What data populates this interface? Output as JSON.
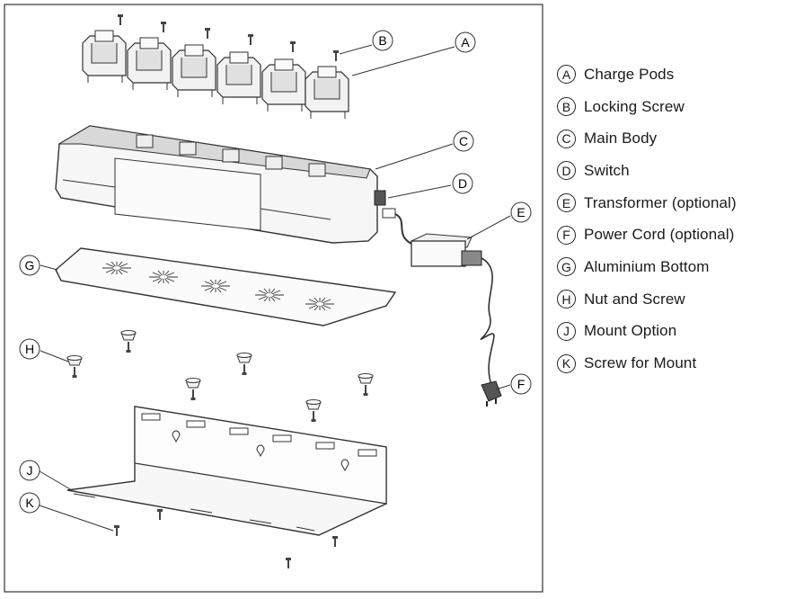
{
  "legend": [
    {
      "key": "A",
      "label": "Charge Pods"
    },
    {
      "key": "B",
      "label": "Locking Screw"
    },
    {
      "key": "C",
      "label": "Main Body"
    },
    {
      "key": "D",
      "label": "Switch"
    },
    {
      "key": "E",
      "label": "Transformer (optional)"
    },
    {
      "key": "F",
      "label": "Power Cord (optional)"
    },
    {
      "key": "G",
      "label": "Aluminium Bottom"
    },
    {
      "key": "H",
      "label": "Nut and Screw"
    },
    {
      "key": "J",
      "label": "Mount Option"
    },
    {
      "key": "K",
      "label": "Screw for Mount"
    }
  ],
  "callouts": {
    "a": "A",
    "b": "B",
    "c": "C",
    "d": "D",
    "e": "E",
    "f": "F",
    "g": "G",
    "h": "H",
    "j": "J",
    "k": "K"
  }
}
